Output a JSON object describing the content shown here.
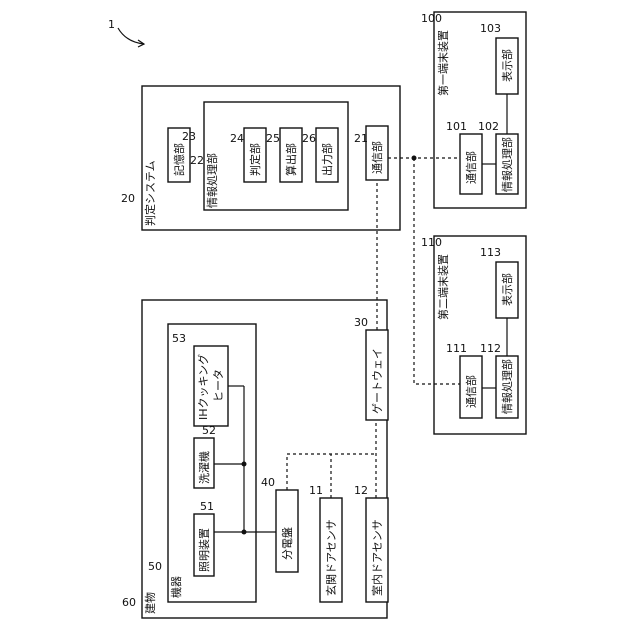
{
  "figure_ref": "1",
  "building": {
    "ref": "60",
    "label": "建物",
    "equipment": {
      "ref": "50",
      "label": "機器",
      "lighting": {
        "ref": "51",
        "label": "照明装置"
      },
      "washer": {
        "ref": "52",
        "label": "洗濯機"
      },
      "ih_heater": {
        "ref": "53",
        "label_line1": "IHクッキング",
        "label_line2": "ヒータ"
      }
    },
    "distribution_board": {
      "ref": "40",
      "label": "分電盤"
    },
    "entrance_sensor": {
      "ref": "11",
      "label": "玄関ドアセンサ"
    },
    "indoor_sensor": {
      "ref": "12",
      "label": "室内ドアセンサ"
    },
    "gateway": {
      "ref": "30",
      "label": "ゲートウェイ"
    }
  },
  "judgment_system": {
    "ref": "20",
    "label": "判定システム",
    "storage": {
      "ref": "23",
      "label": "記憶部"
    },
    "processing": {
      "ref": "22",
      "label": "情報処理部",
      "judging": {
        "ref": "24",
        "label": "判定部"
      },
      "calculation": {
        "ref": "25",
        "label": "算出部"
      },
      "output": {
        "ref": "26",
        "label": "出力部"
      }
    },
    "communication": {
      "ref": "21",
      "label": "通信部"
    }
  },
  "terminal1": {
    "ref": "100",
    "label": "第一端末装置",
    "communication": {
      "ref": "101",
      "label": "通信部"
    },
    "processing": {
      "ref": "102",
      "label": "情報処理部"
    },
    "display": {
      "ref": "103",
      "label": "表示部"
    }
  },
  "terminal2": {
    "ref": "110",
    "label": "第二端末装置",
    "communication": {
      "ref": "111",
      "label": "通信部"
    },
    "processing": {
      "ref": "112",
      "label": "情報処理部"
    },
    "display": {
      "ref": "113",
      "label": "表示部"
    }
  }
}
